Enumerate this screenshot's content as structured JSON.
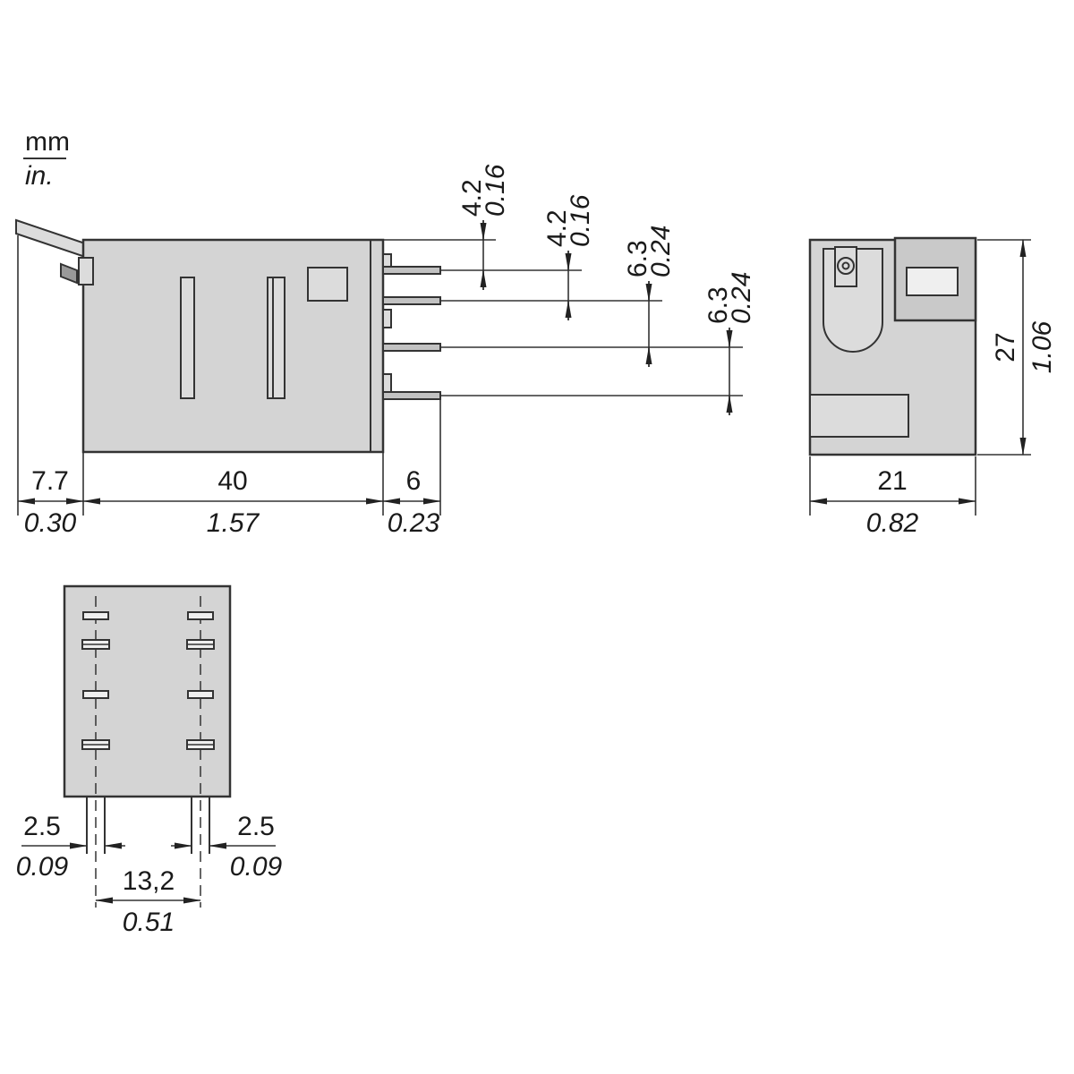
{
  "units_legend": {
    "mm": "mm",
    "in": "in."
  },
  "colors": {
    "body_fill": "#d4d4d4",
    "line": "#333333",
    "text": "#1a1a1a"
  },
  "side_view": {
    "pin_dims": [
      {
        "mm": "4.2",
        "in": "0.16"
      },
      {
        "mm": "4.2",
        "in": "0.16"
      },
      {
        "mm": "6.3",
        "in": "0.24"
      },
      {
        "mm": "6.3",
        "in": "0.24"
      }
    ],
    "bottom_dims": [
      {
        "mm": "7.7",
        "in": "0.30"
      },
      {
        "mm": "40",
        "in": "1.57"
      },
      {
        "mm": "6",
        "in": "0.23"
      }
    ]
  },
  "end_view": {
    "height_dim": {
      "mm": "27",
      "in": "1.06"
    },
    "width_dim": {
      "mm": "21",
      "in": "0.82"
    }
  },
  "bottom_view": {
    "pin_width_left": {
      "mm": "2.5",
      "in": "0.09"
    },
    "pin_width_right": {
      "mm": "2.5",
      "in": "0.09"
    },
    "pin_spacing": {
      "mm": "13,2",
      "in": "0.51"
    }
  }
}
